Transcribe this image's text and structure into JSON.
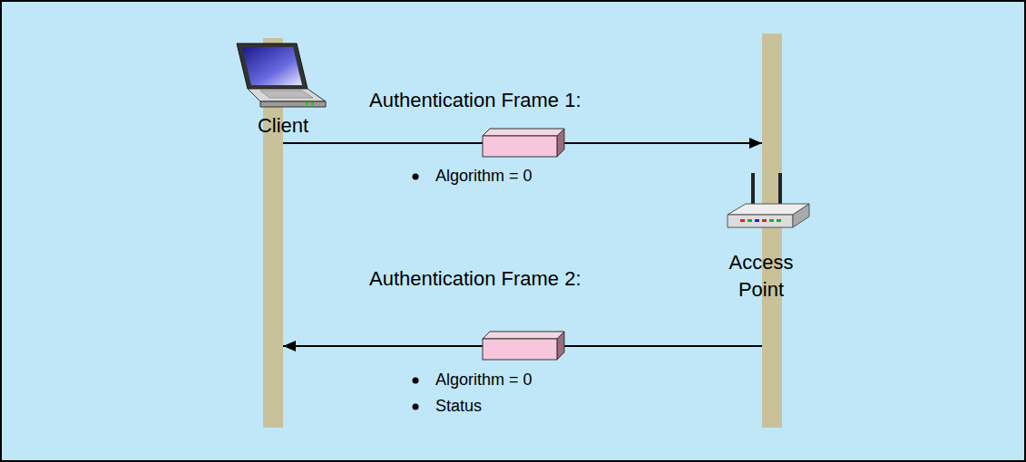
{
  "diagram": {
    "nodes": [
      {
        "text": [
          "Client"
        ]
      },
      {
        "text": [
          "Access Point"
        ]
      }
    ],
    "edges": [
      {
        "from": 0,
        "to": 1,
        "arrow": "to",
        "label": "Authentication Frame 1:"
      },
      {
        "from": 1,
        "to": 0,
        "arrow": "to",
        "label": "Authentication Frame 2:"
      }
    ],
    "labels": [
      "Algorithm = 0",
      "Algorithm = 0",
      "Status"
    ]
  }
}
